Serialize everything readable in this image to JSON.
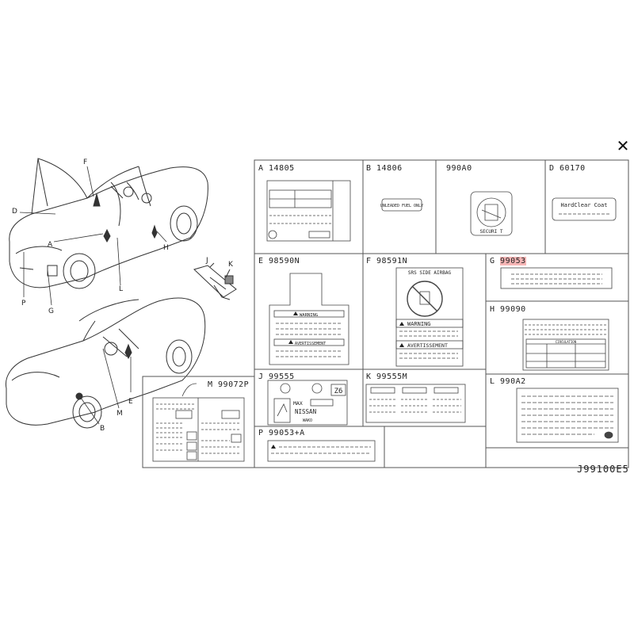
{
  "close_label": "✕",
  "diagram_id": "J99100E5",
  "callouts": [
    "F",
    "D",
    "A",
    "P",
    "G",
    "L",
    "H",
    "J",
    "K",
    "E",
    "M",
    "B"
  ],
  "cells": {
    "a": "A 14805",
    "b": "B 14806",
    "c": "990A0",
    "d": "D 60170",
    "e": "E 98590N",
    "f": "F 98591N",
    "g_prefix": "G ",
    "g_part": "99053",
    "h": "H 99090",
    "j": "J 99555",
    "k": "K 99555M",
    "l": "L 990A2",
    "m": "M 99072P",
    "p": "P 99053+A"
  },
  "label_text": {
    "d_label": "HardClear Coat",
    "b_label": "UNLEADED FUEL ONLY",
    "c_label": "SECURI T",
    "e_warning": "WARNING",
    "e_avert": "AVERTISSEMENT",
    "f_title": "SRS SIDE AIRBAG",
    "f_warning": "WARNING",
    "f_avert": "AVERTISSEMENT",
    "j_code": "Z6",
    "j_max": "MAX",
    "j_brand": "NISSAN",
    "j_sub": "WAKO",
    "h_header": "CIRCULATION"
  },
  "colors": {
    "line": "#333333",
    "highlight": "#f6b6b6",
    "label_fill": "#f2f2f2"
  }
}
